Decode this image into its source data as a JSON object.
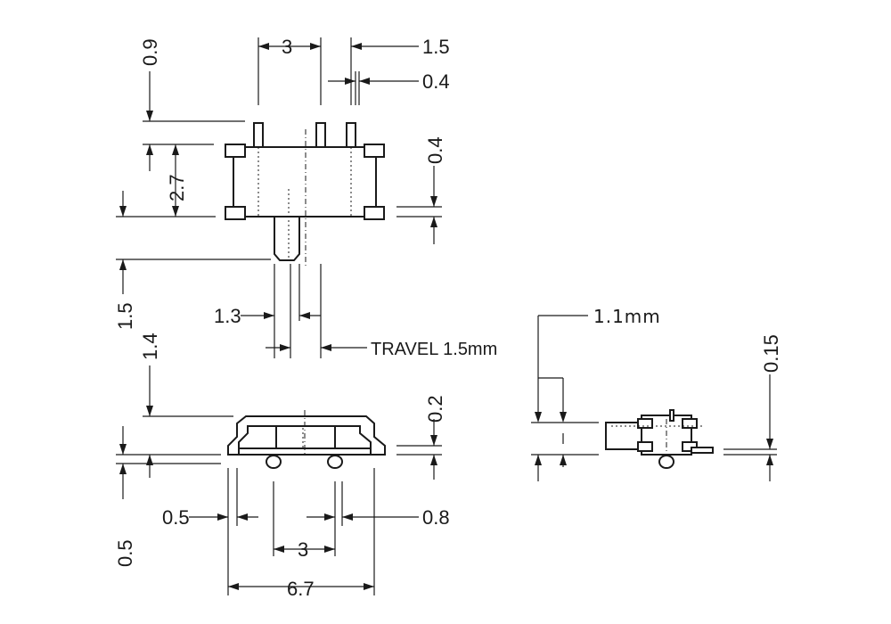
{
  "dims": {
    "top_pitch_3": "3",
    "top_1_5": "1.5",
    "top_0_4": "0.4",
    "left_0_9": "0.9",
    "left_2_7": "2.7",
    "right_0_4": "0.4",
    "left_1_5": "1.5",
    "actuator_1_3": "1.3",
    "travel": "TRAVEL 1.5mm",
    "left_1_4": "1.4",
    "right_0_2": "0.2",
    "left_0_5_vert": "0.5",
    "bottom_0_5": "0.5",
    "bottom_0_8": "0.8",
    "bottom_3": "3",
    "bottom_6_7": "6.7",
    "side_1_1mm": "1.1mm",
    "side_0_15": "0.15"
  }
}
